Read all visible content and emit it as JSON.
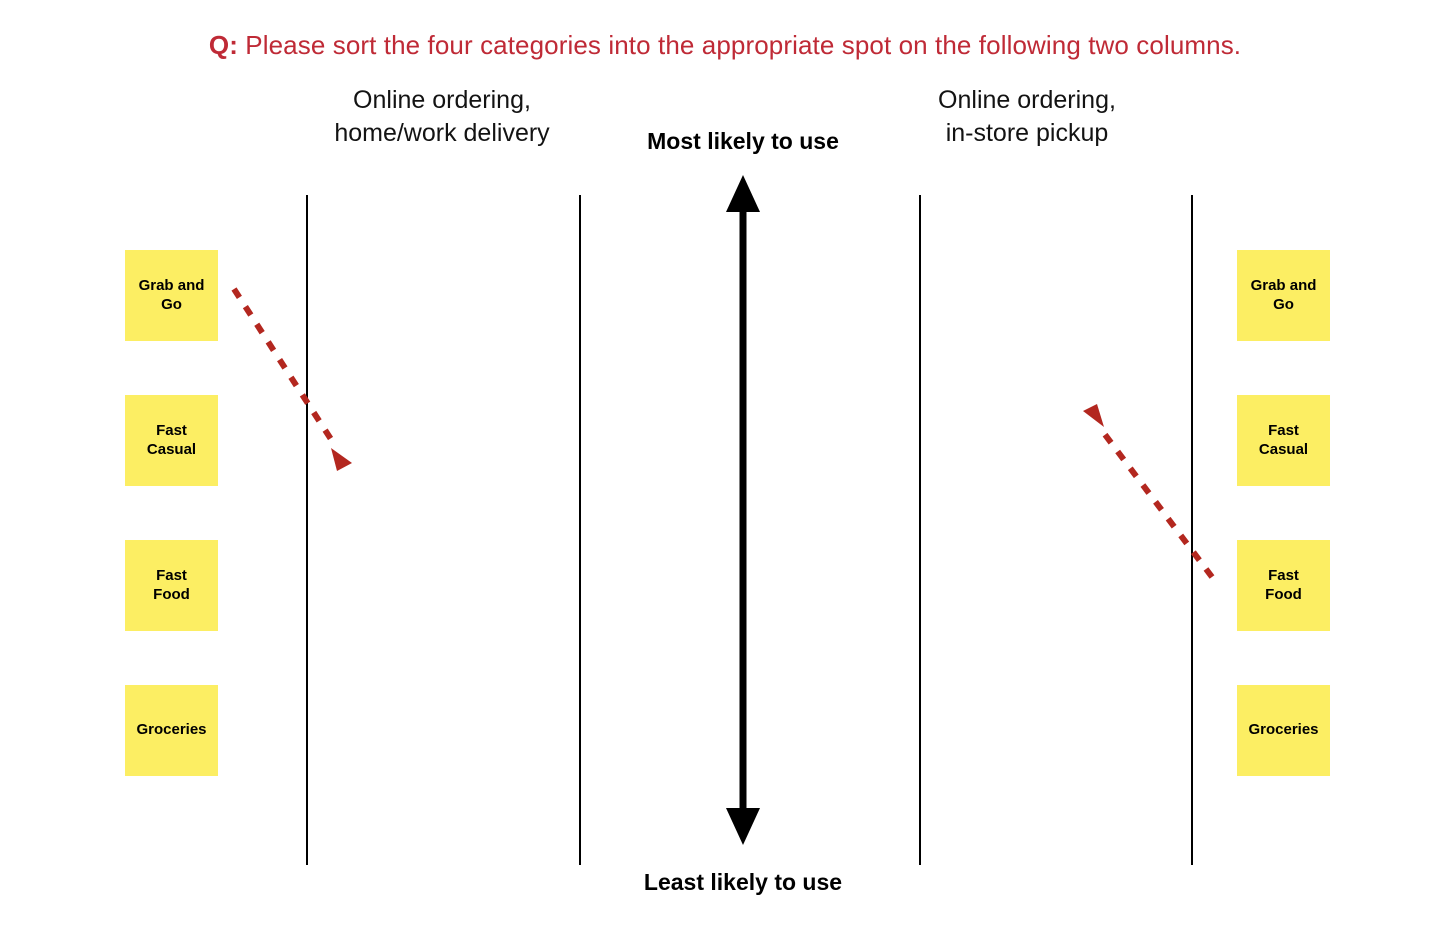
{
  "question": {
    "marker": "Q:",
    "text": "Please sort the four categories into the appropriate spot on the following two columns."
  },
  "columns": [
    {
      "id": "home-work-delivery",
      "line1": "Online ordering,",
      "line2": "home/work delivery"
    },
    {
      "id": "in-store-pickup",
      "line1": "Online ordering,",
      "line2": " in-store pickup"
    }
  ],
  "scale": {
    "top_label": "Most likely to use",
    "bottom_label": "Least likely to use"
  },
  "left_cards": [
    {
      "label": "Grab and Go",
      "line1": "Grab and",
      "line2": "Go"
    },
    {
      "label": "Fast Casual",
      "line1": "Fast",
      "line2": "Casual"
    },
    {
      "label": "Fast Food",
      "line1": "Fast",
      "line2": "Food"
    },
    {
      "label": "Groceries",
      "line1": "Groceries",
      "line2": ""
    }
  ],
  "right_cards": [
    {
      "label": "Grab and Go",
      "line1": "Grab and",
      "line2": "Go"
    },
    {
      "label": "Fast Casual",
      "line1": "Fast",
      "line2": "Casual"
    },
    {
      "label": "Fast Food",
      "line1": "Fast",
      "line2": "Food"
    },
    {
      "label": "Groceries",
      "line1": "Groceries",
      "line2": ""
    }
  ],
  "colors": {
    "question_red": "#bf2a36",
    "card_yellow": "#fcee63",
    "arrow_red": "#b3271f",
    "axis_black": "#000000"
  }
}
